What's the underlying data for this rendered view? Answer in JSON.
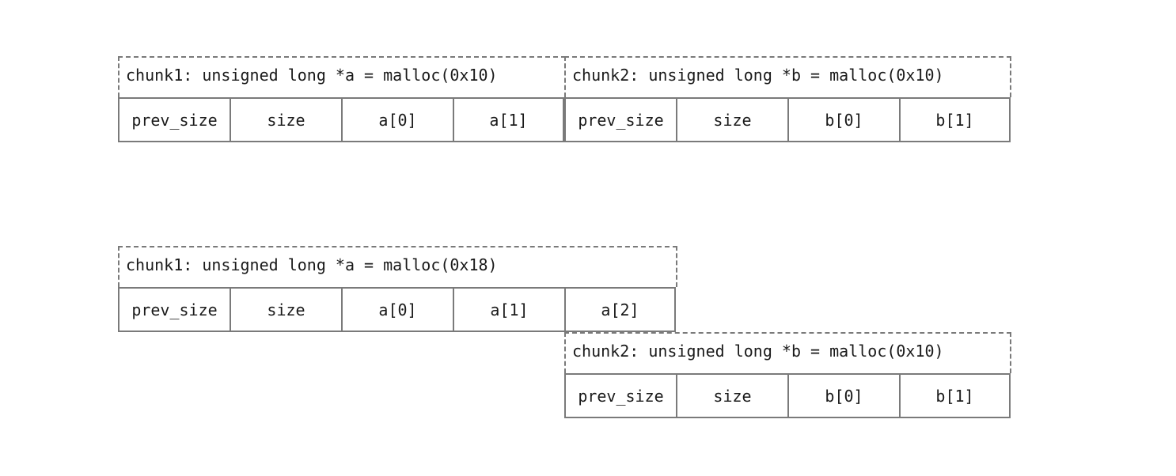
{
  "before": {
    "chunk1": {
      "header": "chunk1: unsigned long *a = malloc(0x10)",
      "cells": [
        "prev_size",
        "size",
        "a[0]",
        "a[1]"
      ]
    },
    "chunk2": {
      "header": "chunk2: unsigned long *b = malloc(0x10)",
      "cells": [
        "prev_size",
        "size",
        "b[0]",
        "b[1]"
      ]
    }
  },
  "after": {
    "chunk1": {
      "header": "chunk1: unsigned long *a = malloc(0x18)",
      "cells": [
        "prev_size",
        "size",
        "a[0]",
        "a[1]",
        "a[2]"
      ]
    },
    "chunk2": {
      "header": "chunk2: unsigned long *b = malloc(0x10)",
      "cells": [
        "prev_size",
        "size",
        "b[0]",
        "b[1]"
      ]
    }
  },
  "colors": {
    "border": "#7a7a7a",
    "text": "#1a1a1a"
  }
}
